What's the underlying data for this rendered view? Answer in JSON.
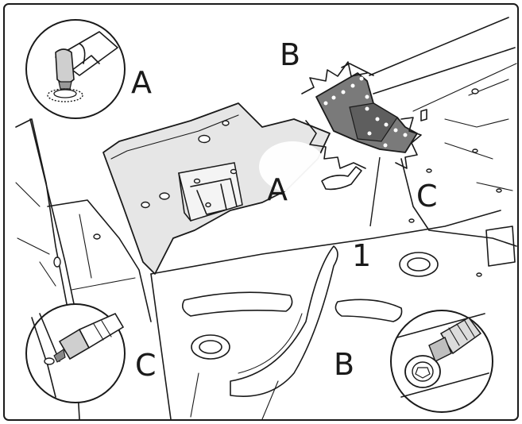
{
  "labels": {
    "a_callout": "A",
    "a_part": "A",
    "b_callout": "B",
    "b_part": "B",
    "c_callout": "C",
    "c_part": "C",
    "part_number": "1"
  },
  "colors": {
    "line": "#1a1a1a",
    "panel_fill": "#e6e6e6",
    "bracket_fill": "#7a7a7a",
    "background": "#ffffff"
  }
}
